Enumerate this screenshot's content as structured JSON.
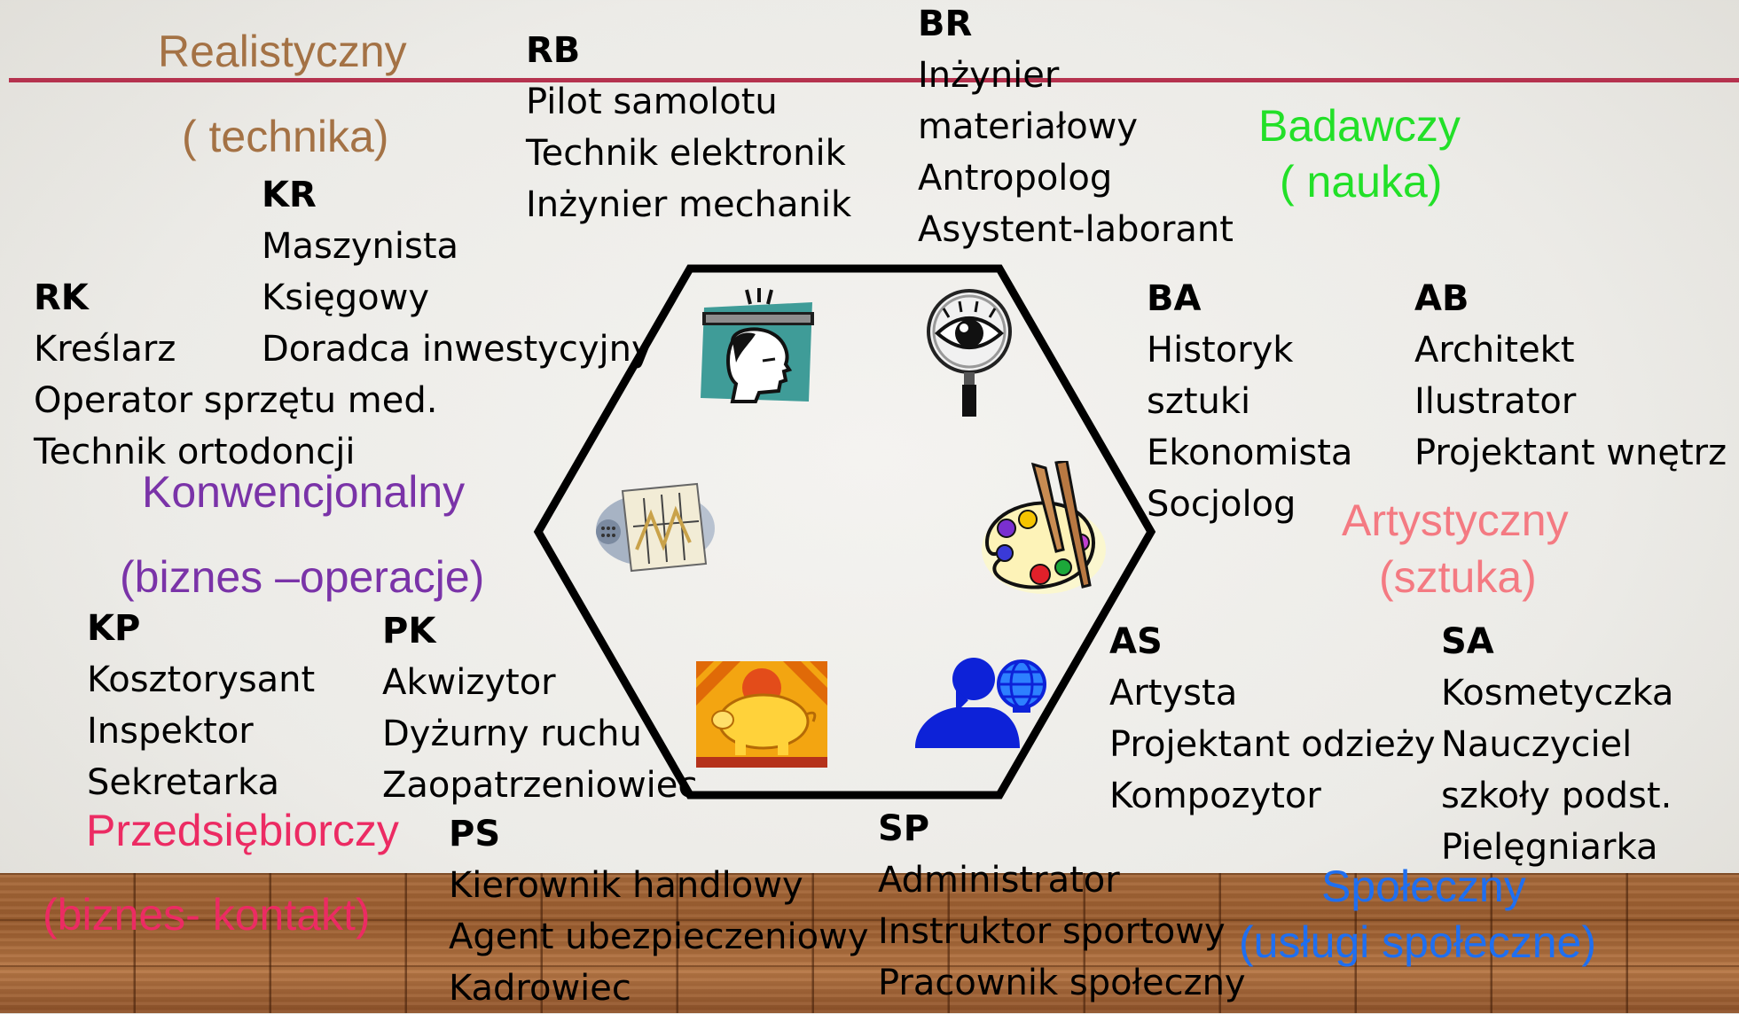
{
  "types": {
    "realistic": {
      "name": "Realistyczny",
      "sub": "( technika)",
      "color": "#a47245"
    },
    "investigative": {
      "name": "Badawczy",
      "sub": "( nauka)",
      "color": "#22e028"
    },
    "conventional": {
      "name": "Konwencjonalny",
      "sub": "(biznes –operacje)",
      "color": "#7a33a8"
    },
    "artistic": {
      "name": "Artystyczny",
      "sub": "(sztuka)",
      "color": "#f47a82"
    },
    "enterprising": {
      "name": "Przedsiębiorczy",
      "sub": "(biznes- kontakt)",
      "color": "#ec2b63"
    },
    "social": {
      "name": "Społeczny",
      "sub": "(usługi społeczne)",
      "color": "#1f6ff0"
    }
  },
  "groups": {
    "rb": {
      "code": "RB",
      "items": [
        "Pilot samolotu",
        "Technik elektronik",
        "Inżynier mechanik"
      ]
    },
    "br": {
      "code": "BR",
      "items": [
        "Inżynier",
        "materiałowy",
        "Antropolog",
        "Asystent-laborant"
      ]
    },
    "kr": {
      "code": "KR",
      "items": [
        "Maszynista",
        "Księgowy",
        "Doradca inwestycyjny"
      ]
    },
    "rk": {
      "code": "RK",
      "items": [
        "Kreślarz",
        "Operator sprzętu med.",
        "Technik ortodoncji"
      ]
    },
    "ba": {
      "code": "BA",
      "items": [
        "Historyk",
        "sztuki",
        "Ekonomista",
        "Socjolog"
      ]
    },
    "ab": {
      "code": "AB",
      "items": [
        "Architekt",
        "Ilustrator",
        "Projektant wnętrz"
      ]
    },
    "kp": {
      "code": "KP",
      "items": [
        "Kosztorysant",
        "Inspektor",
        "Sekretarka"
      ]
    },
    "pk": {
      "code": "PK",
      "items": [
        "Akwizytor",
        "Dyżurny ruchu",
        "Zaopatrzeniowiec"
      ]
    },
    "as": {
      "code": "AS",
      "items": [
        "Artysta",
        "Projektant odzieży",
        "Kompozytor"
      ]
    },
    "sa": {
      "code": "SA",
      "items": [
        "Kosmetyczka",
        "Nauczyciel",
        "szkoły podst.",
        "Pielęgniarka"
      ]
    },
    "ps": {
      "code": "PS",
      "items": [
        "Kierownik handlowy",
        "Agent ubezpieczeniowy",
        "Kadrowiec"
      ]
    },
    "sp": {
      "code": "SP",
      "items": [
        "Administrator",
        "Instruktor sportowy",
        "Pracownik społeczny"
      ]
    }
  },
  "icons": [
    "thinking-man-icon",
    "magnifier-eye-icon",
    "blueprint-icon",
    "paint-palette-icon",
    "piggy-bank-icon",
    "person-globe-icon"
  ]
}
